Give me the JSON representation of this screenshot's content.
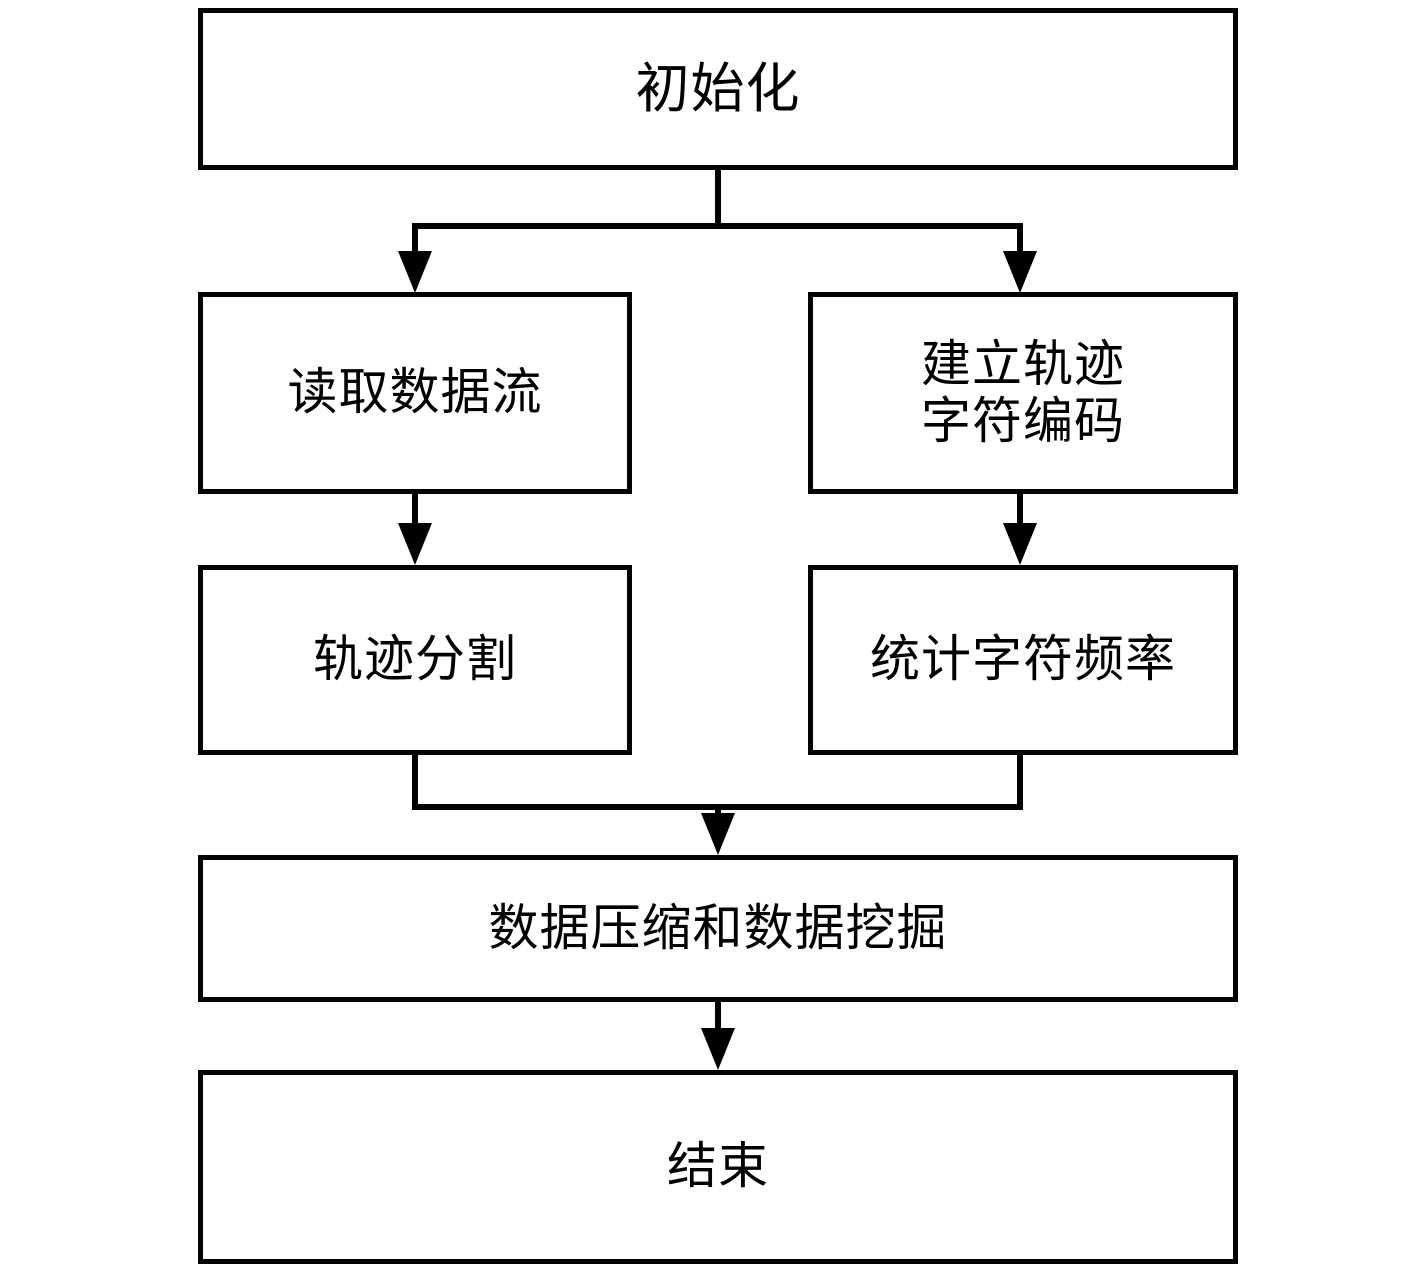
{
  "diagram": {
    "title": "",
    "type": "flowchart",
    "orientation": "top-to-bottom",
    "colors": {
      "stroke": "#000000",
      "fill": "#ffffff",
      "text": "#000000"
    },
    "nodes": [
      {
        "id": "init",
        "label": "初始化",
        "shape": "rectangle"
      },
      {
        "id": "read-stream",
        "label": "读取数据流",
        "shape": "rectangle"
      },
      {
        "id": "build-code",
        "label": "建立轨迹\n字符编码",
        "shape": "rectangle"
      },
      {
        "id": "segment",
        "label": "轨迹分割",
        "shape": "rectangle"
      },
      {
        "id": "frequency",
        "label": "统计字符频率",
        "shape": "rectangle"
      },
      {
        "id": "compress",
        "label": "数据压缩和数据挖掘",
        "shape": "rectangle"
      },
      {
        "id": "end",
        "label": "结束",
        "shape": "rectangle"
      }
    ],
    "edges": [
      {
        "from": "init",
        "to": "read-stream",
        "label": "",
        "arrow": "down"
      },
      {
        "from": "init",
        "to": "build-code",
        "label": "",
        "arrow": "down"
      },
      {
        "from": "read-stream",
        "to": "segment",
        "label": "",
        "arrow": "down"
      },
      {
        "from": "build-code",
        "to": "frequency",
        "label": "",
        "arrow": "down"
      },
      {
        "from": "segment",
        "to": "compress",
        "label": "",
        "arrow": "down"
      },
      {
        "from": "frequency",
        "to": "compress",
        "label": "",
        "arrow": "down"
      },
      {
        "from": "compress",
        "to": "end",
        "label": "",
        "arrow": "down"
      }
    ]
  }
}
